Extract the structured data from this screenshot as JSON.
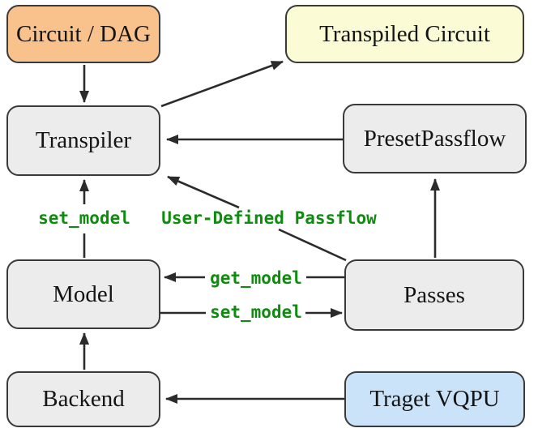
{
  "diagram": {
    "type": "flowchart",
    "background_color": "#ffffff",
    "node_border_color": "#3a3a3a",
    "arrow_color": "#2b2b2b",
    "edge_label_color": "#0e8c0e",
    "nodes": [
      {
        "id": "circuit-dag",
        "label": "Circuit / DAG",
        "fill": "#f9c28d"
      },
      {
        "id": "transpiled-circuit",
        "label": "Transpiled Circuit",
        "fill": "#fbfbd6"
      },
      {
        "id": "transpiler",
        "label": "Transpiler",
        "fill": "#ececec"
      },
      {
        "id": "preset-passflow",
        "label": "PresetPassflow",
        "fill": "#ececec"
      },
      {
        "id": "model",
        "label": "Model",
        "fill": "#ececec"
      },
      {
        "id": "passes",
        "label": "Passes",
        "fill": "#ececec"
      },
      {
        "id": "backend",
        "label": "Backend",
        "fill": "#ececec"
      },
      {
        "id": "target-vqpu",
        "label": "Traget VQPU",
        "fill": "#cbe3f9"
      }
    ],
    "edge_labels": [
      {
        "id": "set-model-upper",
        "text": "set_model"
      },
      {
        "id": "user-defined-passflow",
        "text": "User-Defined Passflow"
      },
      {
        "id": "get-model",
        "text": "get_model"
      },
      {
        "id": "set-model-mid",
        "text": "set_model"
      }
    ],
    "edges": [
      {
        "from": "circuit-dag",
        "to": "transpiler",
        "label": ""
      },
      {
        "from": "transpiler",
        "to": "transpiled-circuit",
        "label": ""
      },
      {
        "from": "preset-passflow",
        "to": "transpiler",
        "label": ""
      },
      {
        "from": "model",
        "to": "transpiler",
        "label": "set_model"
      },
      {
        "from": "passes",
        "to": "transpiler",
        "label": "User-Defined Passflow"
      },
      {
        "from": "passes",
        "to": "preset-passflow",
        "label": ""
      },
      {
        "from": "passes",
        "to": "model",
        "label": "get_model"
      },
      {
        "from": "model",
        "to": "passes",
        "label": "set_model"
      },
      {
        "from": "backend",
        "to": "model",
        "label": ""
      },
      {
        "from": "target-vqpu",
        "to": "backend",
        "label": ""
      }
    ]
  }
}
